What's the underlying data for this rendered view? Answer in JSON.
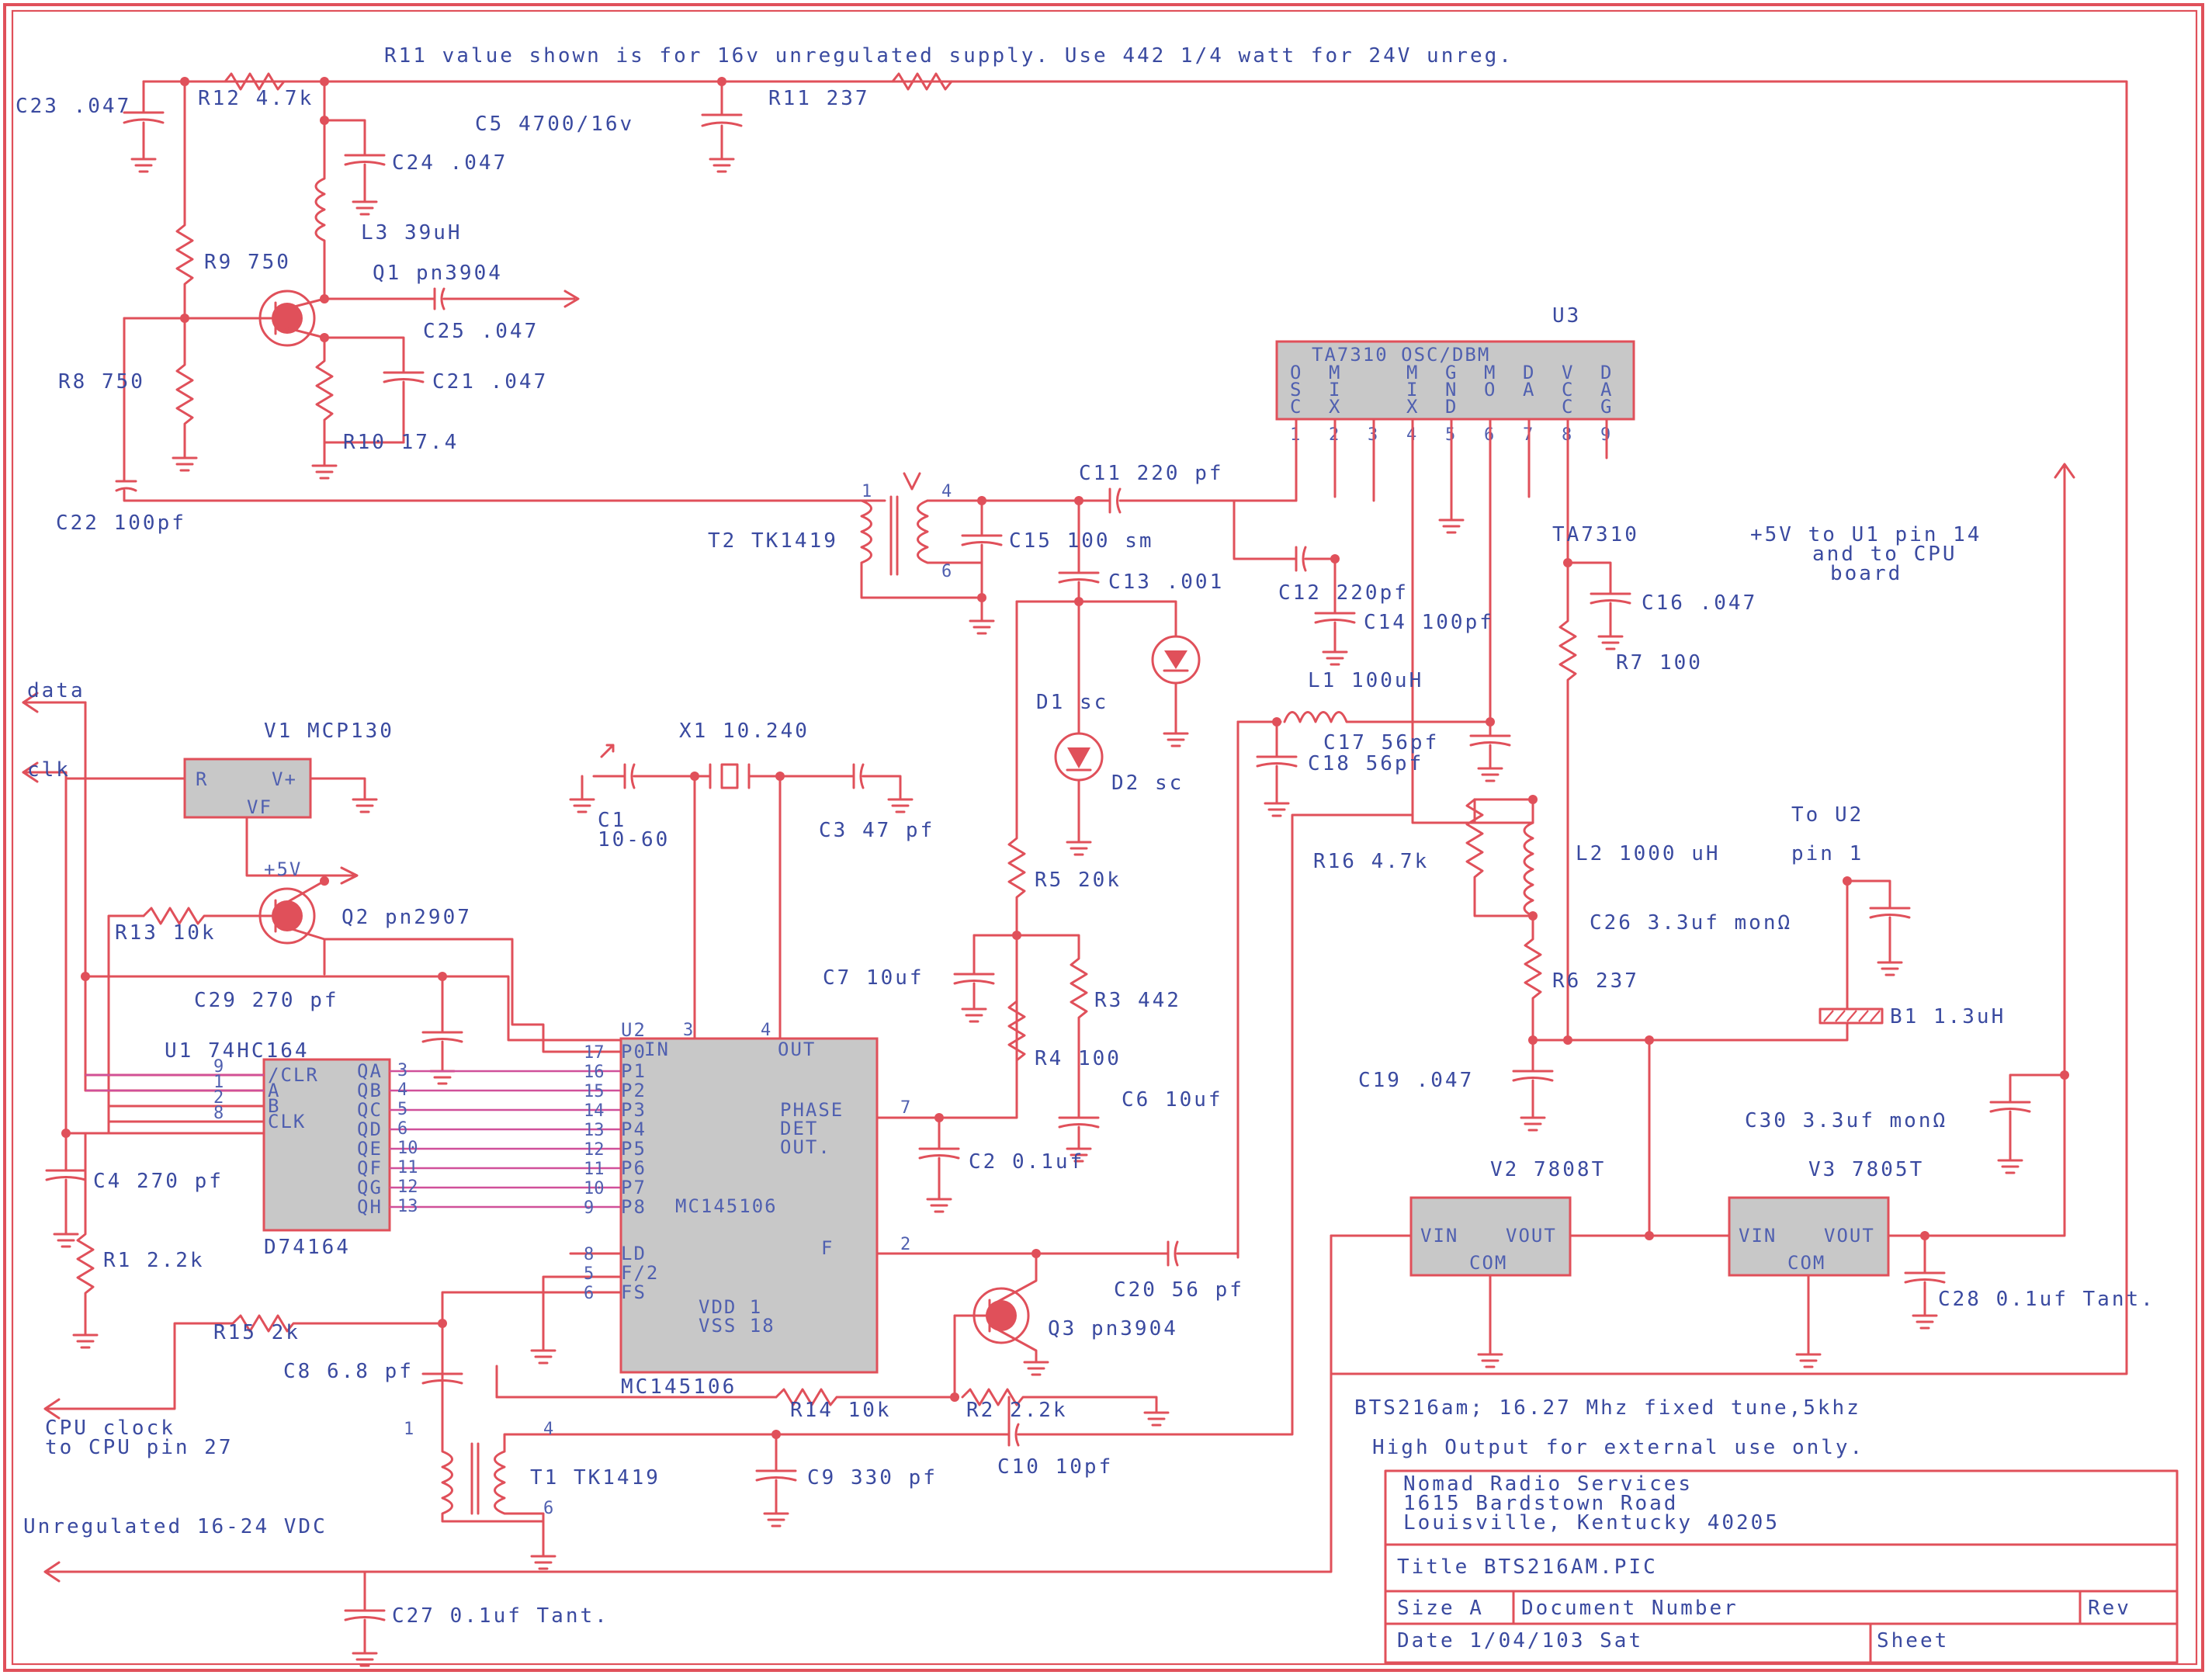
{
  "note": "R11 value shown is for 16v unregulated supply. Use 442 1/4 watt for 24V unreg.",
  "components": {
    "c23": "C23 .047",
    "r12": "R12 4.7k",
    "c5": "C5 4700/16v",
    "r11": "R11 237",
    "c24": "C24 .047",
    "l3": "L3 39uH",
    "r9": "R9 750",
    "q1": "Q1 pn3904",
    "c25": "C25 .047",
    "r8": "R8 750",
    "c21": "C21 .047",
    "r10": "R10 17.4",
    "c22": "C22 100pf",
    "u3": "U3",
    "u3_part": "TA7310  OSC/DBM",
    "u3_label": "TA7310",
    "c11": "C11 220 pf",
    "t2": "T2 TK1419",
    "c15": "C15 100 sm",
    "c13": "C13 .001",
    "c12": "C12 220pf",
    "c14": "C14 100pf",
    "c16": "C16 .047",
    "r7": "R7 100",
    "l1": "L1 100uH",
    "d1": "D1 sc",
    "d2": "D2 sc",
    "c17": "C17 56pf",
    "c18": "C18 56pf",
    "r16": "R16 4.7k",
    "l2": "L2 1000 uH",
    "to_u2_a": "To U2",
    "to_u2_b": "pin 1",
    "c26": "C26 3.3uf monΩ",
    "r6": "R6 237",
    "b1": "B1 1.3uH",
    "c19": "C19 .047",
    "c30": "C30 3.3uf monΩ",
    "v2": "V2 7808T",
    "v3": "V3 7805T",
    "c28": "C28 0.1uf Tant.",
    "v1": "V1 MCP130",
    "x1": "X1 10.240",
    "c1_a": "C1",
    "c1_b": "10-60",
    "c3": "C3 47 pf",
    "r5": "R5 20k",
    "c7": "C7 10uf",
    "r3": "R3 442",
    "r4": "R4 100",
    "c6": "C6 10uf",
    "c29": "C29 270 pf",
    "u1": "U1 74HC164",
    "c4": "C4 270 pf",
    "r1": "R1 2.2k",
    "d74164": "D74164",
    "u2": "U2",
    "mc145106": "MC145106",
    "c2": "C2 0.1uf",
    "c20": "C20 56 pf",
    "q3": "Q3 pn3904",
    "q2": "Q2 pn2907",
    "r13": "R13 10k",
    "r15": "R15 2k",
    "c8": "C8 6.8 pf",
    "r14": "R14 10k",
    "r2": "R2 2.2k",
    "c9": "C9 330 pf",
    "c10": "C10 10pf",
    "t1": "T1 TK1419",
    "c27": "C27 0.1uf Tant.",
    "plus5v": "+5V"
  },
  "signals": {
    "data": "data",
    "clk": "clk",
    "cpu_clock_a": "CPU clock",
    "cpu_clock_b": "to CPU pin 27",
    "supply": "Unregulated 16-24 VDC",
    "plus5_a": "+5V to U1 pin 14",
    "plus5_b": "and to CPU",
    "plus5_c": "board"
  },
  "u3_pins": {
    "cols": [
      [
        "O",
        "S",
        "C"
      ],
      [
        "M",
        "I",
        "X"
      ],
      [
        "",
        "",
        " "
      ],
      [
        "M",
        "I",
        "X"
      ],
      [
        "G",
        "N",
        "D"
      ],
      [
        "M",
        "O",
        ""
      ],
      [
        "D",
        "A",
        ""
      ],
      [
        "V",
        "C",
        "C"
      ],
      [
        "D",
        "A",
        "G"
      ]
    ],
    "numbers": [
      "1",
      "2",
      "3",
      "4",
      "5",
      "6",
      "7",
      "8",
      "9"
    ]
  },
  "mc145106_pins": {
    "left": [
      {
        "num": "17",
        "name": "P0"
      },
      {
        "num": "16",
        "name": "P1"
      },
      {
        "num": "15",
        "name": "P2"
      },
      {
        "num": "14",
        "name": "P3"
      },
      {
        "num": "13",
        "name": "P4"
      },
      {
        "num": "12",
        "name": "P5"
      },
      {
        "num": "11",
        "name": "P6"
      },
      {
        "num": "10",
        "name": "P7"
      },
      {
        "num": "9",
        "name": "P8"
      }
    ],
    "left_low": [
      {
        "num": "8",
        "name": "LD"
      },
      {
        "num": "5",
        "name": "F/2"
      },
      {
        "num": "6",
        "name": "FS"
      }
    ],
    "in": "IN",
    "in_num": "3",
    "out": "OUT",
    "out_num": "4",
    "phase": [
      "PHASE",
      "DET",
      "OUT."
    ],
    "phase_num": "7",
    "f": "F",
    "f_num": "2",
    "vdd": "VDD 1",
    "vss": "VSS 18",
    "part_inside": "MC145106"
  },
  "u1_pins": {
    "left": [
      {
        "num": "9",
        "name": "/CLR"
      },
      {
        "num": "1",
        "name": "A"
      },
      {
        "num": "2",
        "name": "B"
      },
      {
        "num": "8",
        "name": "CLK"
      }
    ],
    "right": [
      {
        "num": "3",
        "name": "QA"
      },
      {
        "num": "4",
        "name": "QB"
      },
      {
        "num": "5",
        "name": "QC"
      },
      {
        "num": "6",
        "name": "QD"
      },
      {
        "num": "10",
        "name": "QE"
      },
      {
        "num": "11",
        "name": "QF"
      },
      {
        "num": "12",
        "name": "QG"
      },
      {
        "num": "13",
        "name": "QH"
      }
    ]
  },
  "v1_pins": {
    "r": "R",
    "vp": "V+",
    "vf": "VF"
  },
  "regulator_pins": {
    "vin": "VIN",
    "vout": "VOUT",
    "com": "COM"
  },
  "transformer_pins": {
    "t2_p1": "1",
    "t2_p4": "4",
    "t2_p6": "6",
    "t1_p1": "1",
    "t1_p4": "4",
    "t1_p6": "6"
  },
  "description": {
    "line1": "BTS216am; 16.27 Mhz fixed tune,5khz",
    "line2": "High Output for external use only."
  },
  "title_block": {
    "company": "Nomad Radio Services",
    "address1": "1615 Bardstown Road",
    "address2": "Louisville, Kentucky 40205",
    "title": "Title BTS216AM.PIC",
    "size": "Size A",
    "doc_number": "Document Number",
    "rev": "Rev",
    "date": "Date 1/04/103 Sat",
    "sheet": "Sheet"
  }
}
